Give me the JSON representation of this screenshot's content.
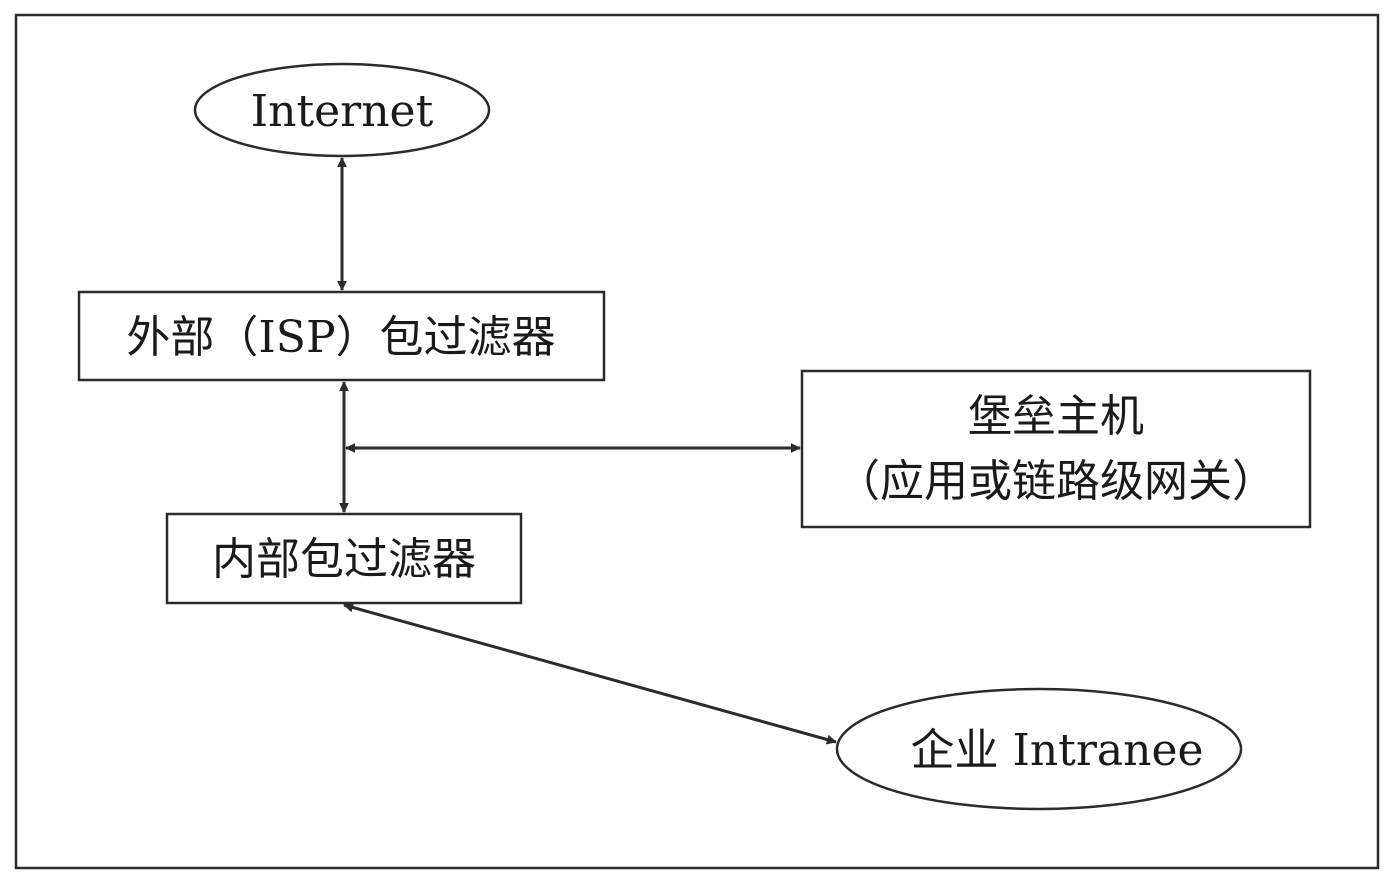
{
  "diagram": {
    "nodes": {
      "internet": {
        "label": "Internet"
      },
      "external_filter": {
        "label": "外部（ISP）包过滤器"
      },
      "bastion_host": {
        "label_line1": "堡垒主机",
        "label_line2": "（应用或链路级网关）"
      },
      "internal_filter": {
        "label": "内部包过滤器"
      },
      "intranet": {
        "label": "企业 Intranee"
      }
    },
    "edges": [
      {
        "from": "Internet",
        "to": "外部（ISP）包过滤器",
        "direction": "bidirectional"
      },
      {
        "from": "外部（ISP）包过滤器",
        "to": "内部包过滤器",
        "direction": "bidirectional"
      },
      {
        "from": "外部（ISP）包过滤器 / 内部包过滤器",
        "to": "堡垒主机",
        "direction": "bidirectional"
      },
      {
        "from": "内部包过滤器",
        "to": "企业 Intranee",
        "direction": "bidirectional"
      }
    ],
    "colors": {
      "stroke": "#2b2b2b",
      "background": "#ffffff",
      "text": "#1a1a1a"
    }
  }
}
